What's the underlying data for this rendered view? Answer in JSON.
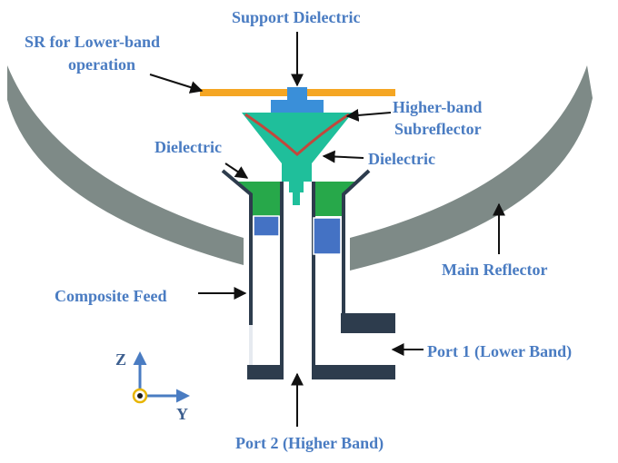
{
  "labels": {
    "support_dielectric": "Support Dielectric",
    "sr_lower_band_line1": "SR for Lower-band",
    "sr_lower_band_line2": "operation",
    "higher_band_sub_line1": "Higher-band",
    "higher_band_sub_line2": "Subreflector",
    "dielectric_left": "Dielectric",
    "dielectric_right": "Dielectric",
    "main_reflector": "Main Reflector",
    "composite_feed": "Composite Feed",
    "port1": "Port 1 (Lower Band)",
    "port2": "Port 2 (Higher Band)"
  },
  "axes": {
    "z": "Z",
    "y": "Y"
  },
  "colors": {
    "label_text": "#4a7cc2",
    "reflector": "#7e8a87",
    "subreflector_plate": "#f5a623",
    "support_dielectric": "#3a8fd9",
    "cone_dielectric": "#1fbf9b",
    "subreflector_curve": "#c2473c",
    "feed_dielectric": "#27a84a",
    "feed_wall": "#2d3c4d",
    "feed_block": "#4472c4",
    "axis": "#4a7cc2"
  }
}
